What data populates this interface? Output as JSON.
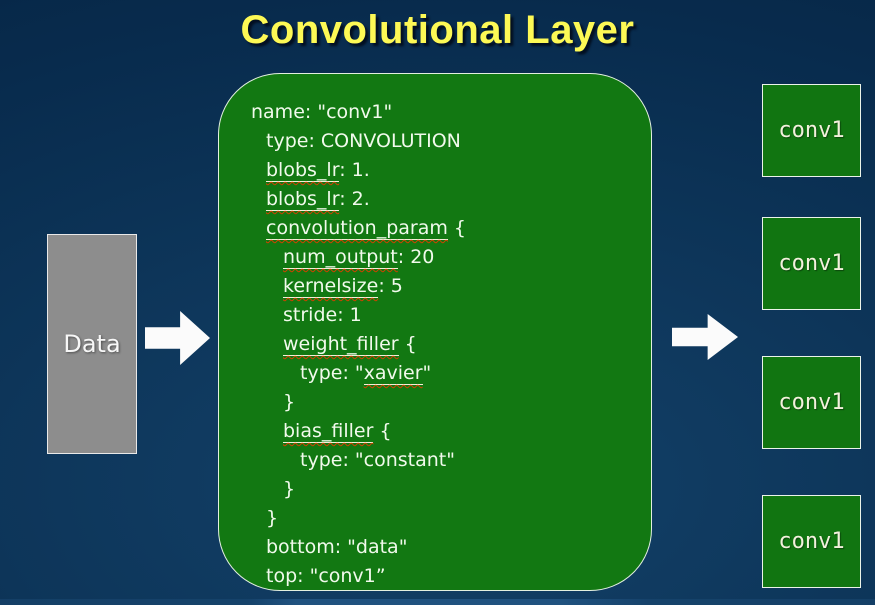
{
  "title": "Convolutional Layer",
  "colors": {
    "background_navy": "#0d3559",
    "box_green": "#127812",
    "title_yellow": "#fdf955",
    "data_gray": "#8d8d8d",
    "arrow_white": "#fbfbfb",
    "squiggle_red": "#d44000",
    "underline_cream": "#f5efd8",
    "code_text": "#f1faec"
  },
  "input_box": {
    "label": "Data"
  },
  "layer_box": {
    "lines": [
      {
        "indent": 0,
        "segments": [
          {
            "text": "name: \"conv1\""
          }
        ]
      },
      {
        "indent": 1,
        "segments": [
          {
            "text": "type: CONVOLUTION"
          }
        ]
      },
      {
        "indent": 1,
        "segments": [
          {
            "text": "blobs_lr",
            "misspelled": true
          },
          {
            "text": ": 1."
          }
        ]
      },
      {
        "indent": 1,
        "segments": [
          {
            "text": "blobs_lr",
            "misspelled": true
          },
          {
            "text": ": 2."
          }
        ]
      },
      {
        "indent": 1,
        "segments": [
          {
            "text": "convolution_param",
            "misspelled": true
          },
          {
            "text": " {"
          }
        ]
      },
      {
        "indent": 2,
        "segments": [
          {
            "text": "num_output",
            "misspelled": true
          },
          {
            "text": ": 20"
          }
        ]
      },
      {
        "indent": 2,
        "segments": [
          {
            "text": "kernelsize",
            "misspelled": true
          },
          {
            "text": ": 5"
          }
        ]
      },
      {
        "indent": 2,
        "segments": [
          {
            "text": "stride: 1"
          }
        ]
      },
      {
        "indent": 2,
        "segments": [
          {
            "text": "weight_filler",
            "misspelled": true
          },
          {
            "text": " {"
          }
        ]
      },
      {
        "indent": 3,
        "segments": [
          {
            "text": "type: \""
          },
          {
            "text": "xavier",
            "misspelled": true
          },
          {
            "text": "\""
          }
        ]
      },
      {
        "indent": 2,
        "segments": [
          {
            "text": "}"
          }
        ]
      },
      {
        "indent": 2,
        "segments": [
          {
            "text": "bias_filler",
            "misspelled": true
          },
          {
            "text": " {"
          }
        ]
      },
      {
        "indent": 3,
        "segments": [
          {
            "text": "type: \"constant\""
          }
        ]
      },
      {
        "indent": 2,
        "segments": [
          {
            "text": "}"
          }
        ]
      },
      {
        "indent": 1,
        "segments": [
          {
            "text": "}"
          }
        ]
      },
      {
        "indent": 1,
        "segments": [
          {
            "text": "bottom: \"data\""
          }
        ]
      },
      {
        "indent": 1,
        "segments": [
          {
            "text": "top: \"conv1”"
          }
        ]
      }
    ]
  },
  "output_boxes": [
    {
      "label": "conv1"
    },
    {
      "label": "conv1"
    },
    {
      "label": "conv1"
    },
    {
      "label": "conv1"
    }
  ]
}
